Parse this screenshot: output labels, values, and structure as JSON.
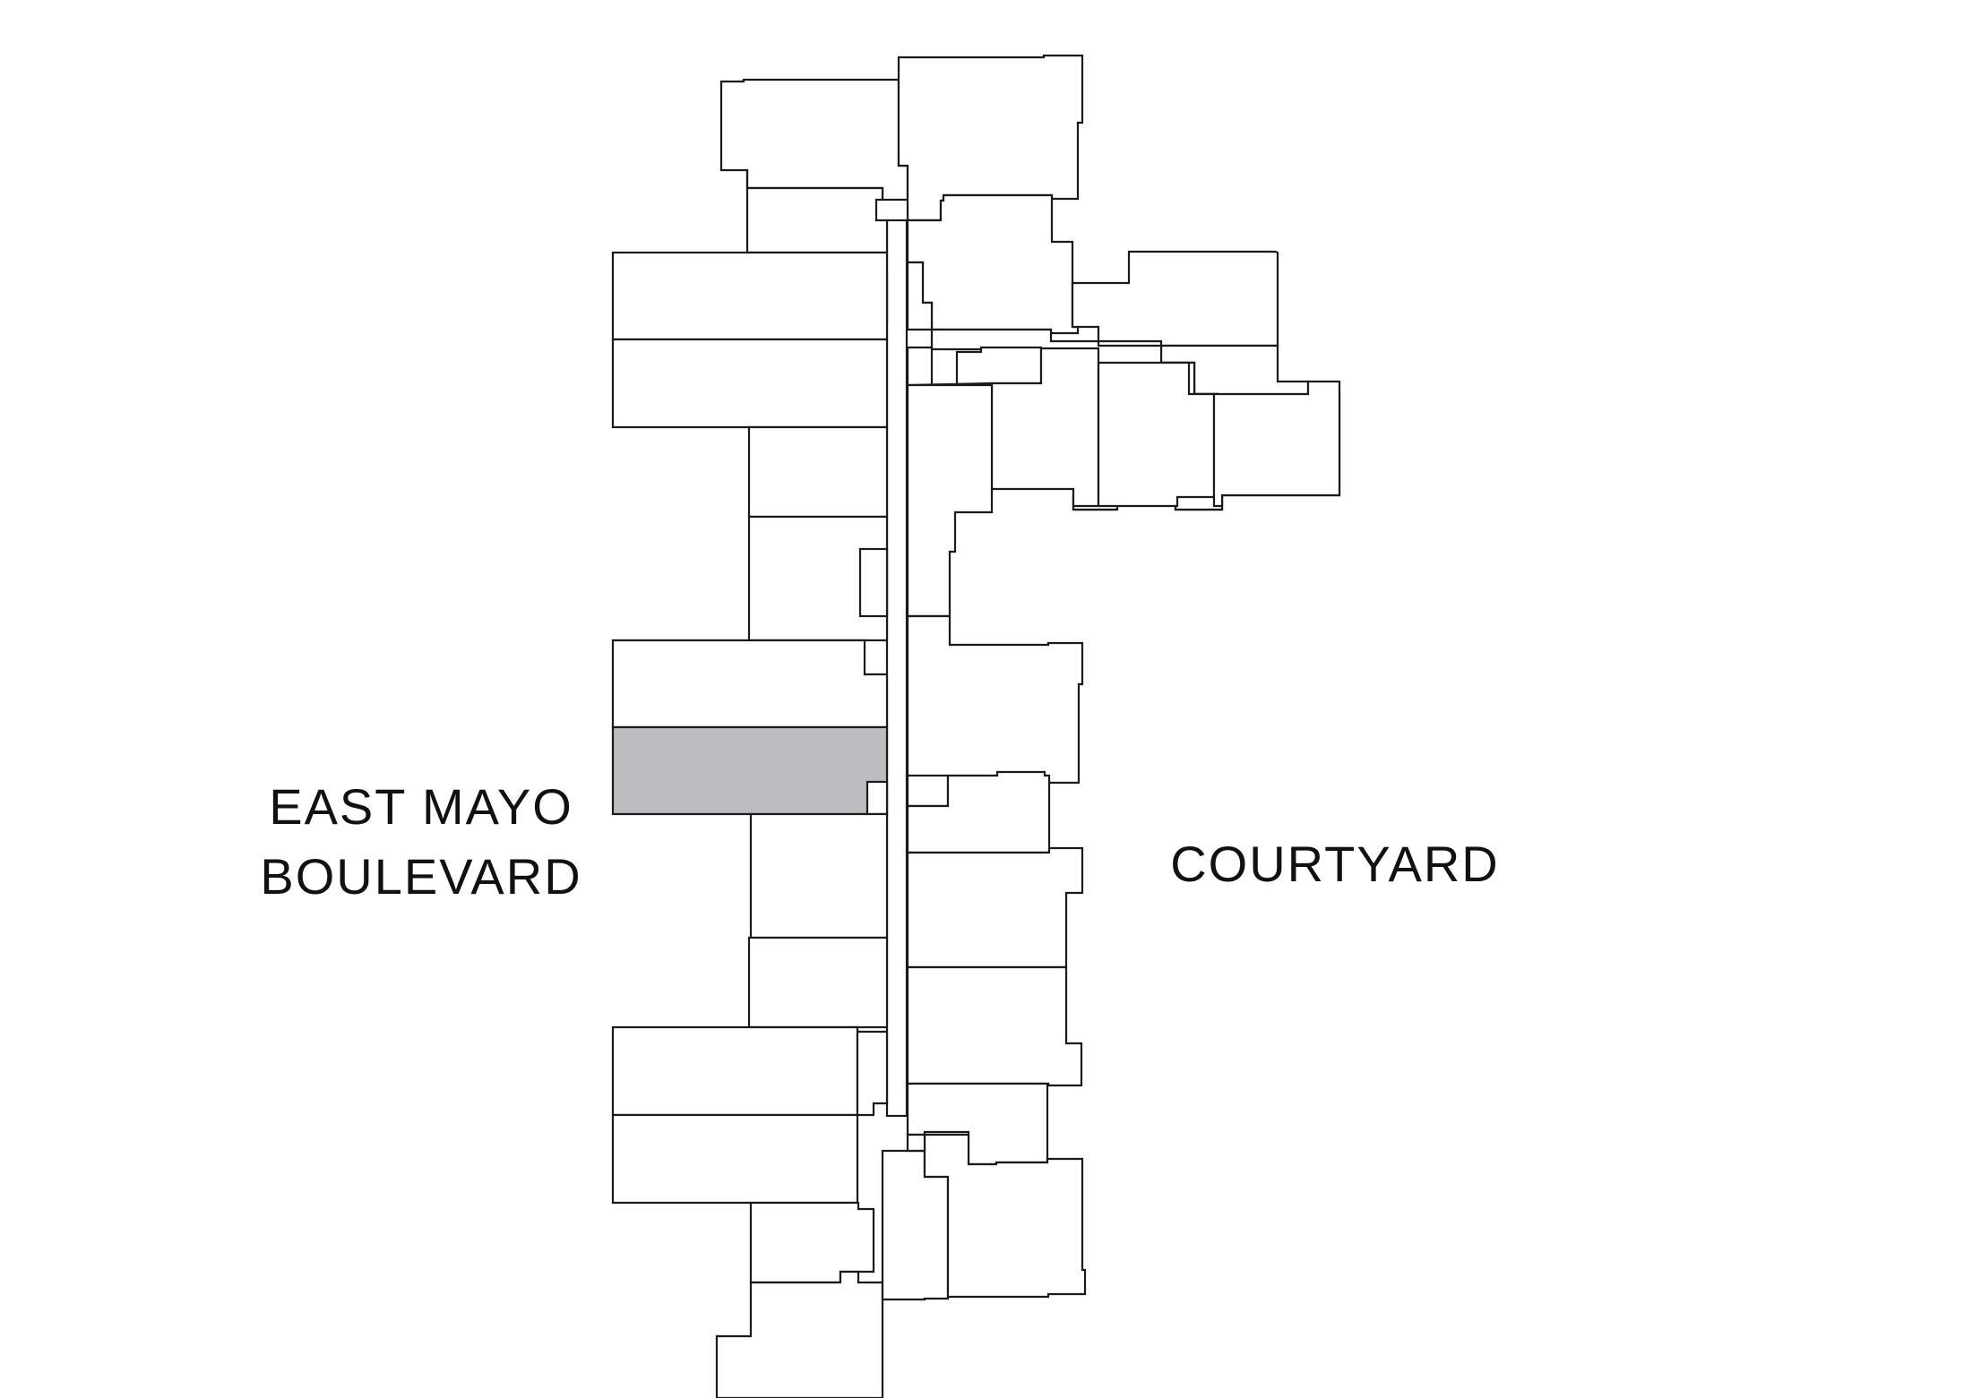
{
  "labels": {
    "street_line1": "EAST MAYO",
    "street_line2": "BOULEVARD",
    "courtyard": "COURTYARD"
  },
  "colors": {
    "outline": "#1a1a1a",
    "highlight_fill": "#bcbdc0",
    "background": "#ffffff"
  }
}
